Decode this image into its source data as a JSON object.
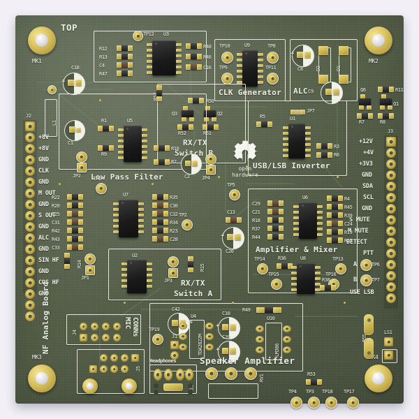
{
  "board": {
    "name": "NF Analog Board",
    "layer_label": "TOP",
    "logo_text": "open hardware",
    "silkscreen_color": "#eceee6",
    "soldermask_color": "#556046",
    "pad_color": "#ccb44e",
    "background_color": "#f2f0f6"
  },
  "mount_holes": [
    {
      "id": "MK1"
    },
    {
      "id": "MK2"
    },
    {
      "id": "MK3"
    },
    {
      "id": "MK4"
    }
  ],
  "blocks": [
    {
      "id": "clk-generator",
      "title": "CLK Generator",
      "ic": "U9",
      "testpoints": [
        "TP10",
        "TP9",
        "TP8",
        "TP11"
      ]
    },
    {
      "id": "alc",
      "title": "ALC",
      "caps": [
        "C8",
        "C9"
      ],
      "diodes": [
        "D2",
        "D1"
      ]
    },
    {
      "id": "usb-lsb-inverter",
      "title": "USB/LSB Inverter",
      "ic": "U1",
      "jumper": "JP7",
      "resistors": [
        "R5",
        "R3",
        "R6"
      ]
    },
    {
      "id": "rx-tx-switch-b",
      "title_line1": "RX/TX",
      "title_line2": "Switch B",
      "transistors": [
        "Q3",
        "Q2"
      ],
      "resistors": [
        "R50",
        "R52",
        "R51"
      ]
    },
    {
      "id": "low-pass-filter",
      "title": "Low Pass Filter",
      "ic": "U5",
      "resistors": [
        "R1",
        "R9",
        "R10",
        "R2",
        "R57"
      ],
      "caps": [
        "C1",
        "C2"
      ],
      "jumpers": [
        "JP2",
        "JP4"
      ]
    },
    {
      "id": "amplifier-mixer",
      "title": "Amplifier & Mixer",
      "ics": [
        "U6",
        "U8"
      ],
      "left_parts": [
        "C29",
        "C21",
        "R18",
        "R37",
        "R44"
      ],
      "right_parts": [
        "R4",
        "R45",
        "R39",
        "C24",
        "R19",
        "R25"
      ],
      "testpoints": [
        "TP14",
        "TP15",
        "TP13",
        "TP16"
      ],
      "resistors": [
        "R36",
        "R38"
      ]
    },
    {
      "id": "rx-tx-switch-a",
      "title_line1": "RX/TX",
      "title_line2": "Switch A",
      "ic": "U2",
      "jumper": "JP3",
      "resistor": "R15"
    },
    {
      "id": "speaker-amplifier",
      "title": "Speaker Amplifier",
      "ics": [
        "U4",
        "U10"
      ],
      "ic_names": [
        "TDA2822M",
        "LM386"
      ],
      "caps": [
        "C42",
        "C10",
        "C39"
      ],
      "resistor": "R49",
      "connector": "J1",
      "testpoint": "TP19",
      "pot": "RV1"
    },
    {
      "id": "mic-conns",
      "title_line1": "MIC",
      "title_line2": "CONNs",
      "connectors": [
        "J4",
        "J5"
      ]
    },
    {
      "id": "headphones",
      "title": "Headphones",
      "connector": "J6"
    }
  ],
  "connector_j2": {
    "id": "J2",
    "pins": [
      "+8V",
      "+8V",
      "GND",
      "CLK",
      "GND",
      "M OUT",
      "GND",
      "S OUT",
      "GND",
      "ALC",
      "GND",
      "SIN HF",
      "GND",
      "COS HF",
      "GND"
    ]
  },
  "connector_j3": {
    "id": "J3",
    "pins": [
      "+12V",
      "+4V",
      "+3V3",
      "GND",
      "SDA",
      "SCL",
      "GND",
      "S MUTE",
      "M MUTE",
      "DETECT",
      "PTT"
    ],
    "extra_labels": [
      "A",
      "B",
      "USE LSB"
    ],
    "testpoints": [
      "TP6",
      "TP7"
    ]
  },
  "top_left_group": {
    "testpoint": "TP12",
    "ic": "U3",
    "left_parts": [
      "R12",
      "R13",
      "C4",
      "R47"
    ],
    "right_parts": [
      "R48",
      "R46",
      "C16"
    ],
    "cap": "C18",
    "inductor": "L1"
  },
  "mid_parts": {
    "left_column": [
      "R22",
      "R20",
      "C25",
      "C31",
      "R42",
      "R43",
      "C33"
    ],
    "ic": "U7",
    "center_column": [
      "R35",
      "C30",
      "C32",
      "R34",
      "R23",
      "C28"
    ],
    "testpoints": [
      "TP1",
      "TP2",
      "TP5"
    ],
    "caps": [
      "C13",
      "C20"
    ],
    "resistor": "R14",
    "jumper": "JP1"
  },
  "right_parts": {
    "transistors": [
      "Q6",
      "Q1"
    ],
    "resistors": [
      "R11",
      "R7",
      "R8",
      "R55"
    ],
    "speaker": "LS1"
  },
  "bottom_testpoints": [
    "TP4",
    "TP3",
    "TP18",
    "TP17"
  ],
  "bottom_resistors": [
    "R53",
    "RV1"
  ]
}
